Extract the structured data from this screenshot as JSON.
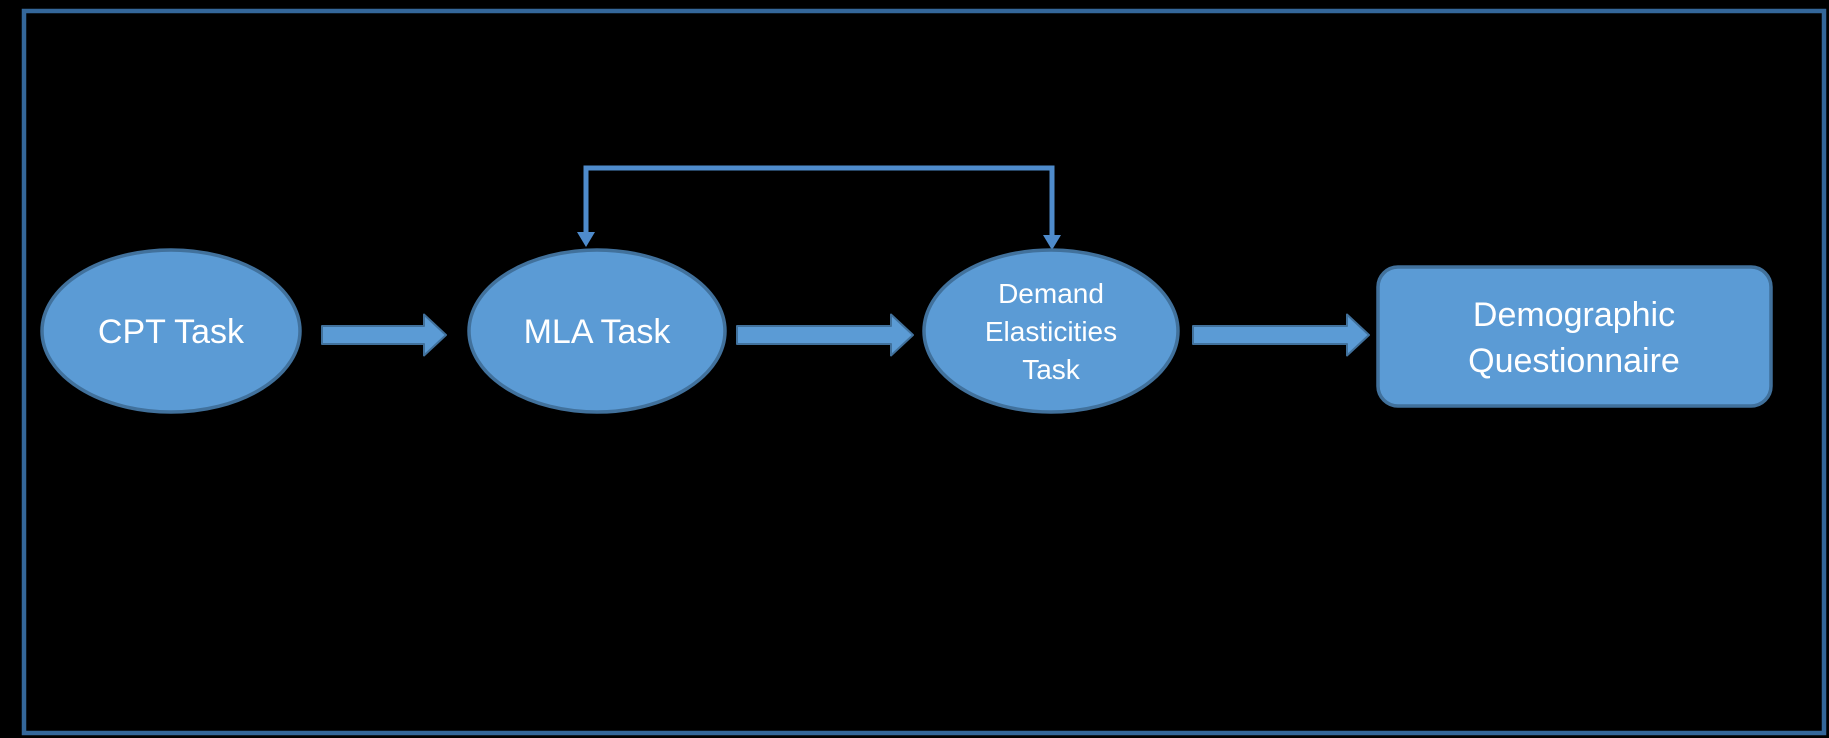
{
  "diagram": {
    "colors": {
      "background": "#000000",
      "frame": "#34679a",
      "node_fill": "#5b9bd5",
      "node_stroke": "#41719c",
      "connector": "#4e8bcc",
      "text": "#ffffff"
    },
    "nodes": [
      {
        "id": "cpt",
        "shape": "ellipse",
        "label": "CPT Task",
        "lines": [
          "CPT Task"
        ]
      },
      {
        "id": "mla",
        "shape": "ellipse",
        "label": "MLA Task",
        "lines": [
          "MLA Task"
        ]
      },
      {
        "id": "demand",
        "shape": "ellipse",
        "label": "Demand Elasticities Task",
        "lines": [
          "Demand",
          "Elasticities",
          "Task"
        ]
      },
      {
        "id": "demographic",
        "shape": "rounded-rect",
        "label": "Demographic Questionnaire",
        "lines": [
          "Demographic",
          "Questionnaire"
        ]
      }
    ],
    "edges": [
      {
        "from": "cpt",
        "to": "mla",
        "type": "block-arrow",
        "direction": "right"
      },
      {
        "from": "mla",
        "to": "demand",
        "type": "block-arrow",
        "direction": "right"
      },
      {
        "from": "demand",
        "to": "demographic",
        "type": "block-arrow",
        "direction": "right"
      },
      {
        "from": "demand",
        "to": "mla",
        "type": "elbow-feedback-loop",
        "direction": "over-the-top",
        "arrowheads": [
          "into-mla-top",
          "into-demand-top"
        ]
      }
    ]
  }
}
